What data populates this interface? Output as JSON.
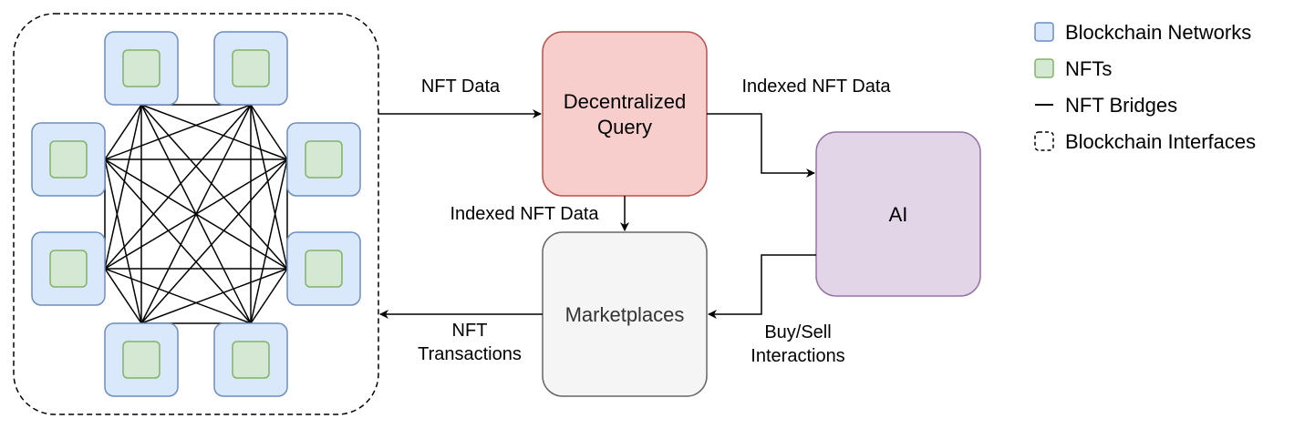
{
  "colors": {
    "network_fill": "#dae8fc",
    "network_stroke": "#6c8ebf",
    "nft_fill": "#d5e8d4",
    "nft_stroke": "#82b366",
    "query_fill": "#f8cecc",
    "query_stroke": "#b85450",
    "market_fill": "#f5f5f5",
    "market_stroke": "#666666",
    "market_text": "#333333",
    "ai_fill": "#e1d5e7",
    "ai_stroke": "#9673a6",
    "line": "#000000"
  },
  "nodes": {
    "query": {
      "line1": "Decentralized",
      "line2": "Query"
    },
    "marketplaces": {
      "label": "Marketplaces"
    },
    "ai": {
      "label": "AI"
    }
  },
  "edges": {
    "nft_data": "NFT Data",
    "indexed_to_ai": "Indexed NFT Data",
    "indexed_to_market": "Indexed NFT Data",
    "transactions_line1": "NFT",
    "transactions_line2": "Transactions",
    "buysell_line1": "Buy/Sell",
    "buysell_line2": "Interactions"
  },
  "legend": {
    "networks": "Blockchain Networks",
    "nfts": "NFTs",
    "bridges": "NFT Bridges",
    "interfaces": "Blockchain Interfaces"
  }
}
